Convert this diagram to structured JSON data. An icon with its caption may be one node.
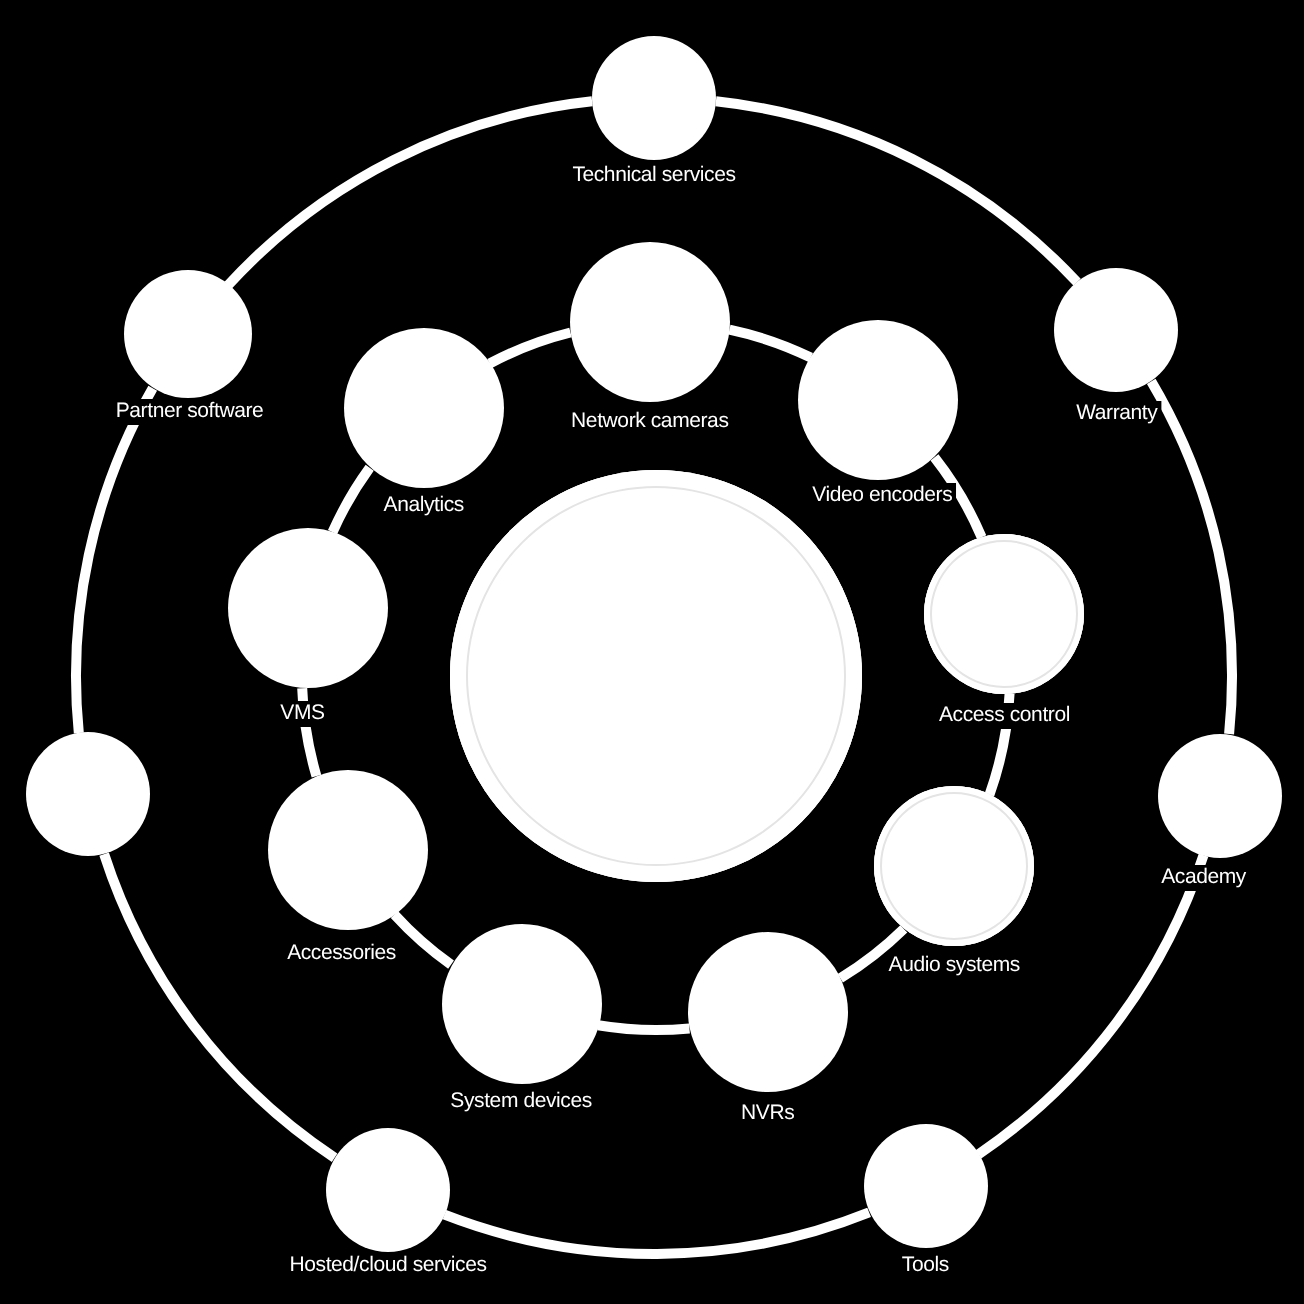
{
  "diagram": {
    "nodes": [
      {
        "text": [
          "Technical services"
        ]
      },
      {
        "text": [
          "Partner software"
        ]
      },
      {
        "text": [
          "Warranty"
        ]
      },
      {
        "text": [
          "Network cameras"
        ]
      },
      {
        "text": [
          "Analytics"
        ]
      },
      {
        "text": [
          "Video encoders"
        ]
      },
      {
        "text": [
          "VMS"
        ]
      },
      {
        "text": [],
        "shape": "circle"
      },
      {
        "text": [
          "Access control"
        ]
      },
      {
        "text": [],
        "shape": "circle"
      },
      {
        "text": [
          "Academy"
        ]
      },
      {
        "text": [
          "Accessories"
        ]
      },
      {
        "text": [
          "Audio systems"
        ]
      },
      {
        "text": [
          "System devices"
        ]
      },
      {
        "text": [
          "NVRs"
        ]
      },
      {
        "text": [
          "Hosted/cloud services"
        ]
      },
      {
        "text": [
          "Tools"
        ]
      }
    ],
    "edges": [
      {
        "from": 0,
        "to": 2,
        "arrow": "none"
      },
      {
        "from": 2,
        "to": 10,
        "arrow": "none"
      },
      {
        "from": 10,
        "to": 16,
        "arrow": "none"
      },
      {
        "from": 16,
        "to": 15,
        "arrow": "none"
      },
      {
        "from": 15,
        "to": 9,
        "arrow": "none"
      },
      {
        "from": 9,
        "to": 1,
        "arrow": "none"
      },
      {
        "from": 1,
        "to": 0,
        "arrow": "none"
      },
      {
        "from": 3,
        "to": 5,
        "arrow": "none"
      },
      {
        "from": 5,
        "to": 8,
        "arrow": "none"
      },
      {
        "from": 8,
        "to": 12,
        "arrow": "none"
      },
      {
        "from": 12,
        "to": 14,
        "arrow": "none"
      },
      {
        "from": 14,
        "to": 13,
        "arrow": "none"
      },
      {
        "from": 13,
        "to": 11,
        "arrow": "none"
      },
      {
        "from": 11,
        "to": 6,
        "arrow": "none"
      },
      {
        "from": 6,
        "to": 4,
        "arrow": "none"
      },
      {
        "from": 4,
        "to": 3,
        "arrow": "none"
      }
    ]
  }
}
